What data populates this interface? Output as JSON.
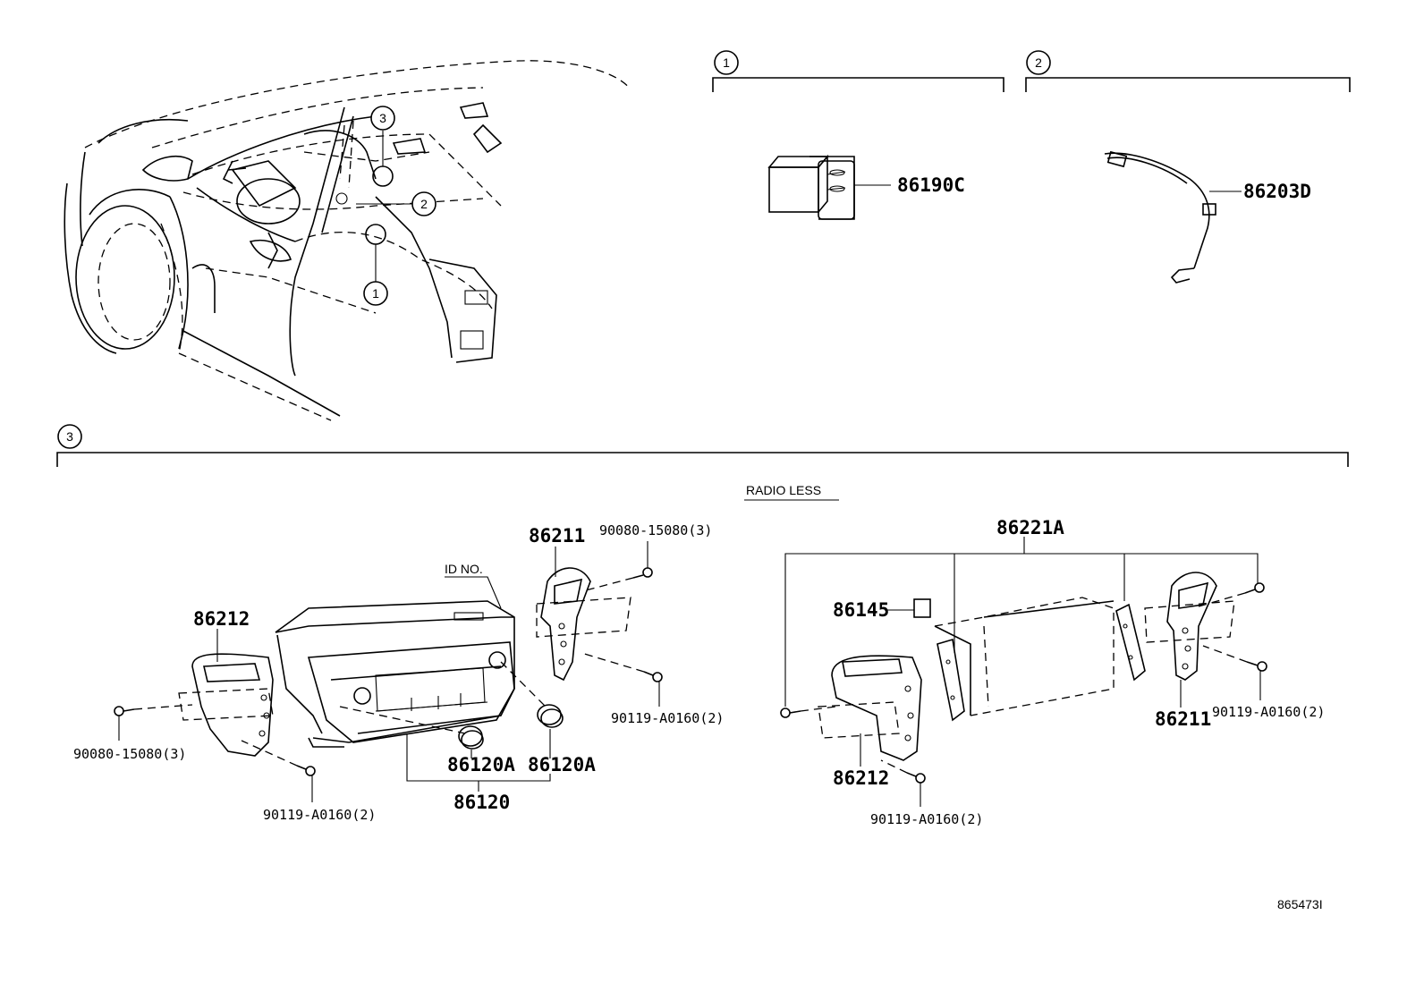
{
  "callouts": {
    "c1": "1",
    "c2": "2",
    "c3": "3"
  },
  "sections": {
    "radio_less_label": "RADIO LESS",
    "id_no_label": "ID NO."
  },
  "parts": {
    "p86190C": "86190C",
    "p86203D": "86203D",
    "p86211_left": "86211",
    "p86212_left": "86212",
    "p90080_top": "90080-15080(3)",
    "p90080_left": "90080-15080(3)",
    "p90119_mid": "90119-A0160(2)",
    "p90119_bottom_left": "90119-A0160(2)",
    "p86120A_a": "86120A",
    "p86120A_b": "86120A",
    "p86120": "86120",
    "p86221A": "86221A",
    "p86145": "86145",
    "p86212_right": "86212",
    "p86211_right": "86211",
    "p90119_right": "90119-A0160(2)",
    "p90119_bottom_right": "90119-A0160(2)"
  },
  "diagram_id": "865473I"
}
